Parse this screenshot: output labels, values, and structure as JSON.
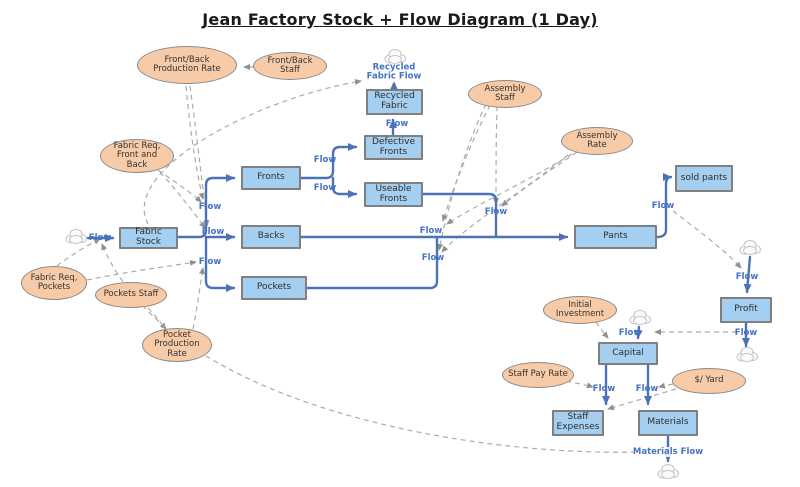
{
  "title": "Jean Factory Stock + Flow Diagram (1 Day)",
  "labels": {
    "flow": "Flow",
    "recycled_fabric_flow": "Recycled Fabric Flow",
    "materials_flow": "Materials Flow"
  },
  "stocks": {
    "fabric_stock": "Fabric Stock",
    "fronts": "Fronts",
    "backs": "Backs",
    "pockets": "Pockets",
    "defective_fronts": "Defective Fronts",
    "useable_fronts": "Useable Fronts",
    "recycled_fabric": "Recycled Fabric",
    "pants": "Pants",
    "sold_pants": "sold pants",
    "profit": "Profit",
    "capital": "Capital",
    "staff_expenses": "Staff Expenses",
    "materials": "Materials"
  },
  "converters": {
    "front_back_production_rate": "Front/Back Production Rate",
    "front_back_staff": "Front/Back Staff",
    "fabric_req_front_and_back": "Fabric Req, Front and Back",
    "fabric_req_pockets": "Fabric Req, Pockets",
    "pockets_staff": "Pockets Staff",
    "pocket_production_rate": "Pocket Production Rate",
    "assembly_staff": "Assembly Staff",
    "assembly_rate": "Assembly Rate",
    "initial_investment": "Initial Investment",
    "staff_pay_rate": "Staff Pay Rate",
    "dollar_per_yard": "$/ Yard"
  },
  "colors": {
    "stock_fill": "#a5cff0",
    "stock_border": "#7f7f7f",
    "converter_fill": "#f7cba8",
    "converter_border": "#8a8a8a",
    "flow_blue": "#4d72b8",
    "flow_label_blue": "#4472c4",
    "connector_gray": "#ababab"
  }
}
